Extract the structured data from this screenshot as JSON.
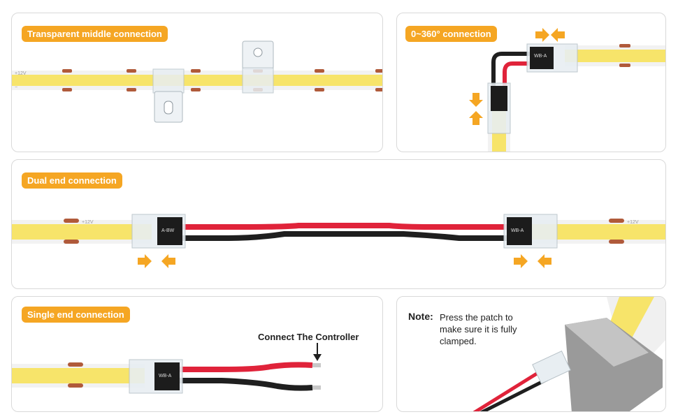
{
  "panels": {
    "transparent_middle": {
      "label": "Transparent middle connection"
    },
    "rotation": {
      "label": "0~360° connection"
    },
    "dual_end": {
      "label": "Dual end connection"
    },
    "single_end": {
      "label": "Single end connection",
      "controller_text": "Connect The Controller"
    },
    "note": {
      "title": "Note:",
      "text": "Press the patch to make sure it is fully clamped."
    }
  },
  "strip": {
    "voltage_mark": "+12V",
    "minus_mark": "−"
  },
  "connector": {
    "code": "WB-A",
    "code_alt": "A-BW"
  },
  "colors": {
    "accent": "#f5a623",
    "led": "#f7e46a",
    "pad": "#b05a3a",
    "wire_red": "#e0233a",
    "wire_black": "#1f1f1f"
  }
}
